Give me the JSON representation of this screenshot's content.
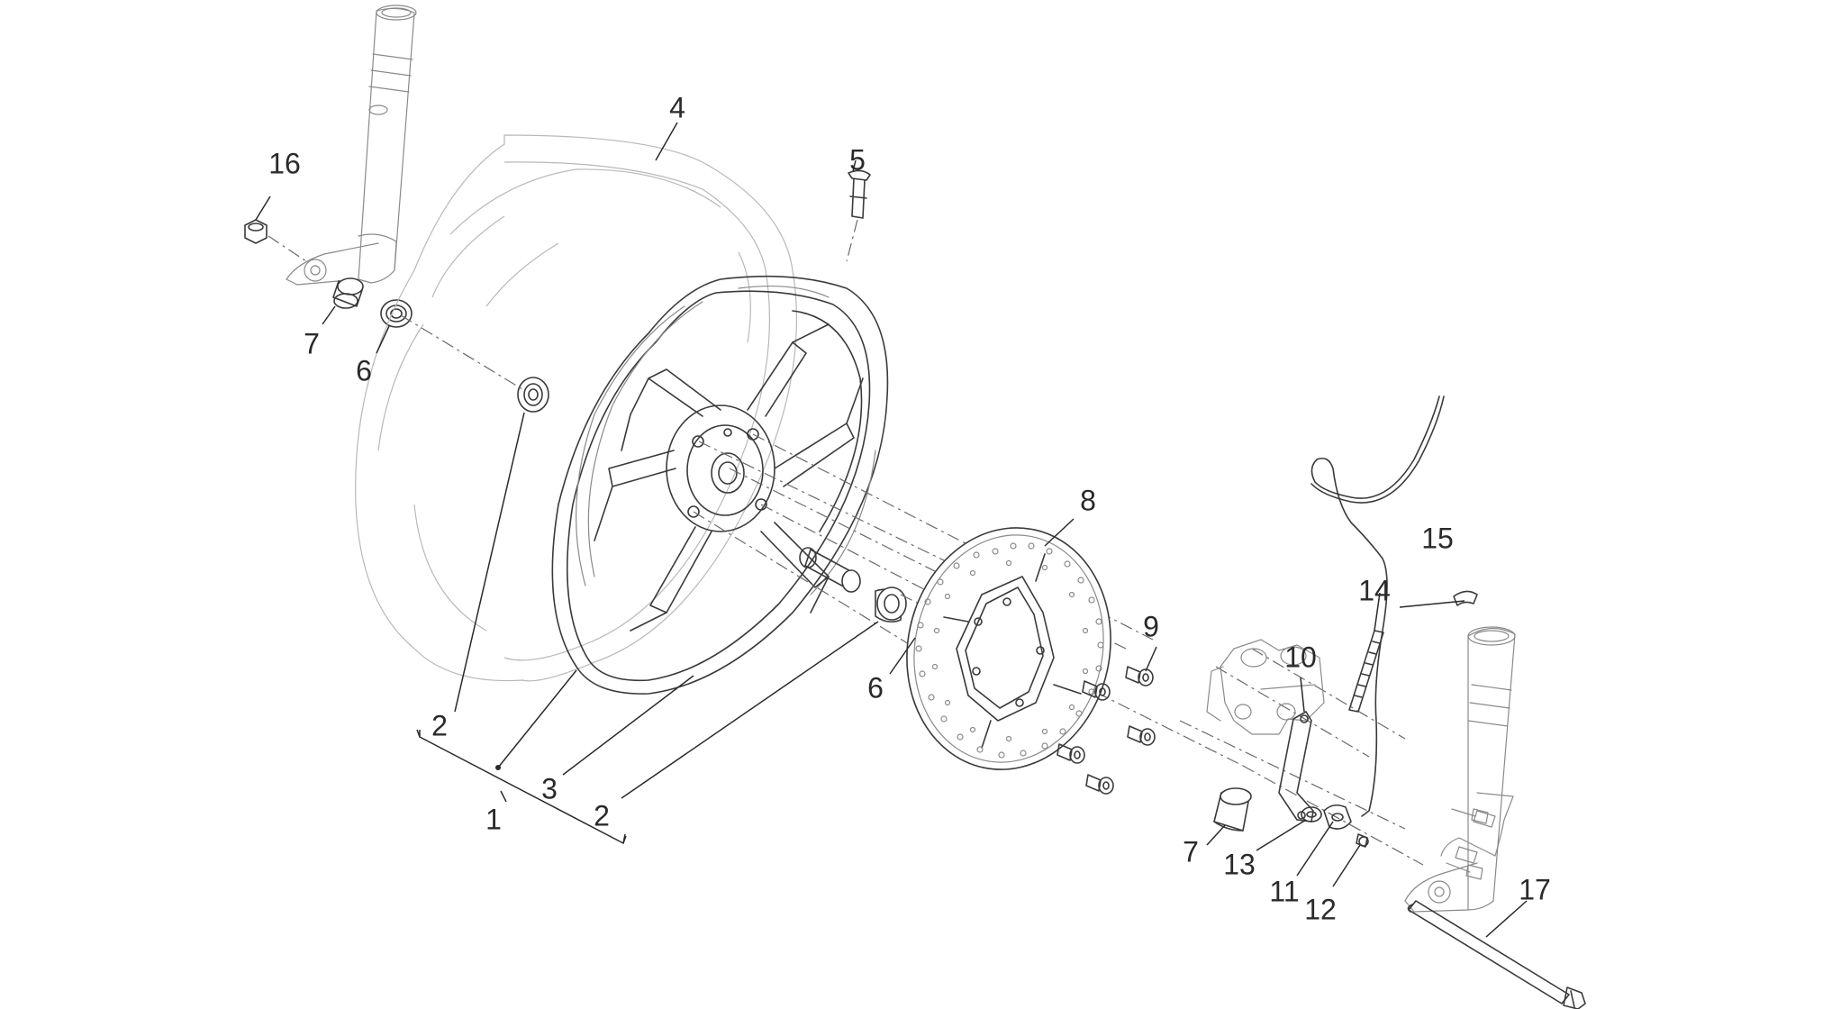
{
  "labels": {
    "l1": "1",
    "l2a": "2",
    "l2b": "2",
    "l3": "3",
    "l4": "4",
    "l5": "5",
    "l6a": "6",
    "l6b": "6",
    "l7a": "7",
    "l7b": "7",
    "l8": "8",
    "l9": "9",
    "l10": "10",
    "l11": "11",
    "l12": "12",
    "l13": "13",
    "l14": "14",
    "l15": "15",
    "l16": "16",
    "l17": "17"
  }
}
